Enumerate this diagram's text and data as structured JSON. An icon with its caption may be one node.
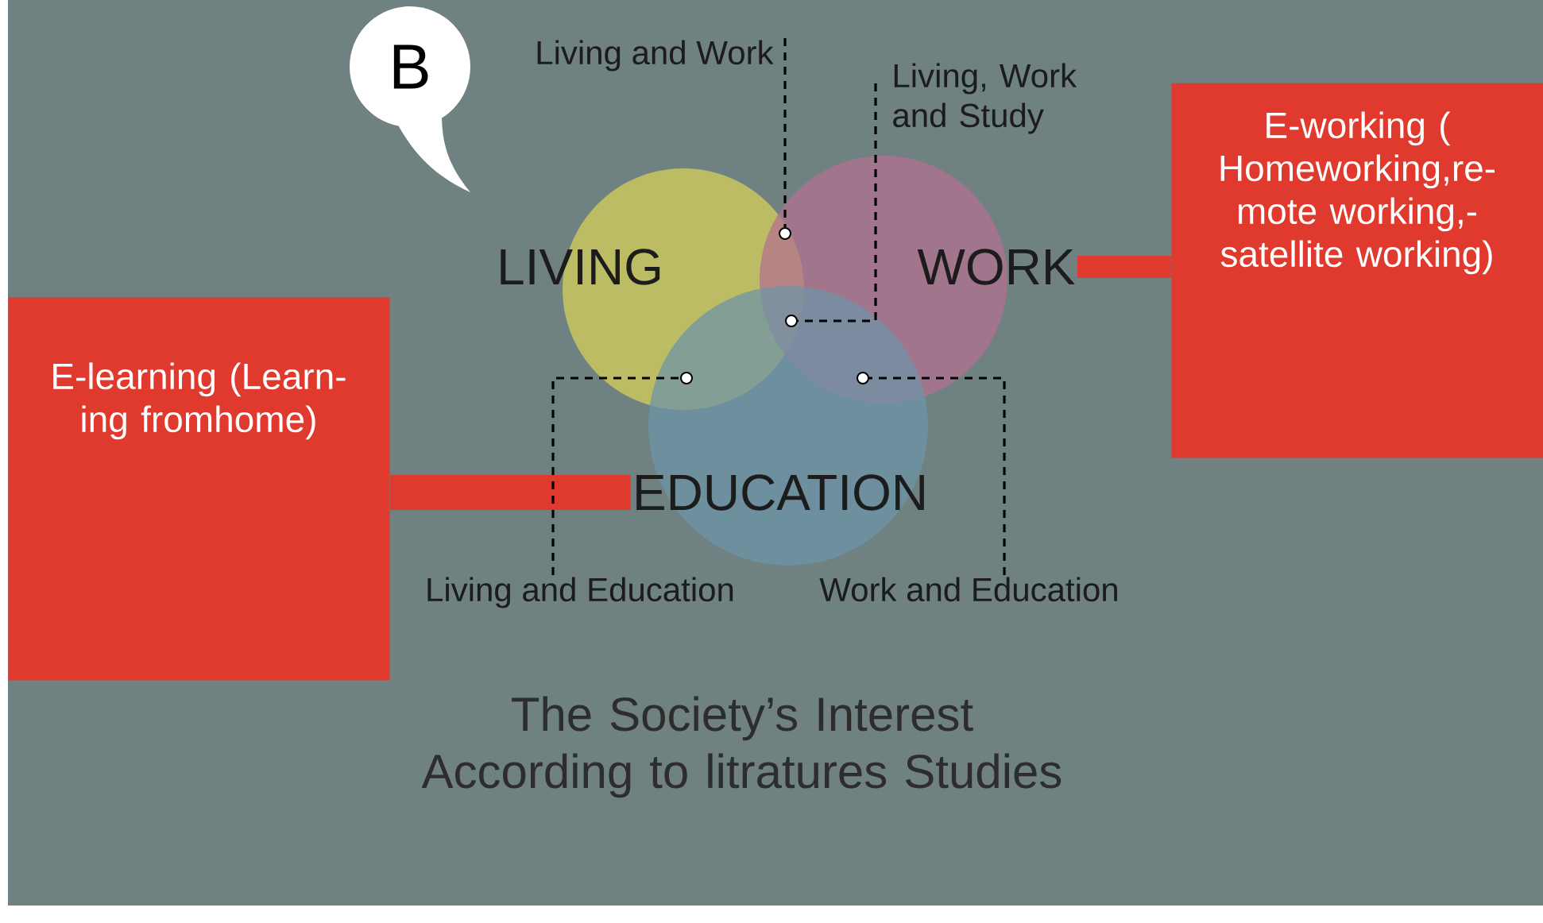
{
  "diagram": {
    "caption": "The Society’s Interest According to litratures Studies",
    "nodes": [
      {
        "text": [
          "B"
        ]
      },
      {
        "text": [
          "LIVING"
        ]
      },
      {
        "text": [
          "WORK"
        ]
      },
      {
        "text": [
          "EDUCATION"
        ]
      },
      {
        "text": [
          "E-working ( Homeworking,re- mote working,- satellite working)"
        ]
      },
      {
        "text": [
          "E-learning (Learn- ing fromhome)"
        ]
      },
      {
        "text": [
          "Living and Work"
        ]
      },
      {
        "text": [
          "Living, Work and Study"
        ]
      },
      {
        "text": [
          "Living and Education"
        ]
      },
      {
        "text": [
          "Work and Education"
        ]
      },
      {
        "text": [],
        "shape": "circle"
      },
      {
        "text": [],
        "shape": "circle"
      },
      {
        "text": [],
        "shape": "circle"
      },
      {
        "text": [],
        "shape": "circle"
      }
    ],
    "edges": [
      {
        "from": 2,
        "to": 4,
        "arrow": "none",
        "style": "thick",
        "color": "#e03a2e"
      },
      {
        "from": 3,
        "to": 5,
        "arrow": "none",
        "style": "thick",
        "color": "#e03a2e"
      },
      {
        "from": 6,
        "to": 10,
        "arrow": "none",
        "style": "dashed"
      },
      {
        "from": 7,
        "to": 11,
        "arrow": "none",
        "style": "dashed"
      },
      {
        "from": 8,
        "to": 12,
        "arrow": "none",
        "style": "dashed"
      },
      {
        "from": 9,
        "to": 13,
        "arrow": "none",
        "style": "dashed"
      }
    ]
  }
}
